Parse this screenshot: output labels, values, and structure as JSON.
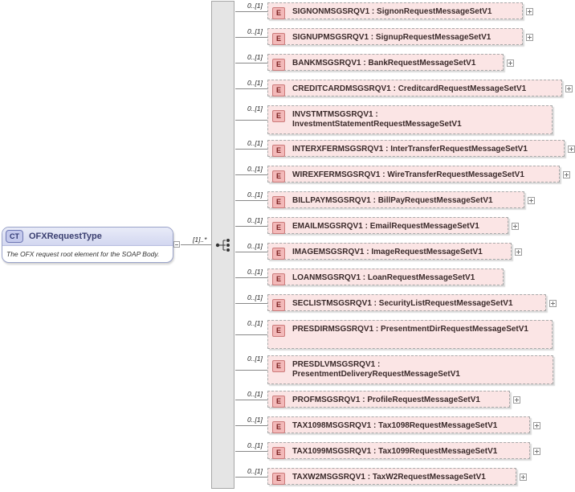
{
  "complex_type": {
    "badge": "CT",
    "name": "OFXRequestType",
    "description": "The OFX request root element for the SOAP Body."
  },
  "sequence_occurrence": "[1]..*",
  "elements": [
    {
      "occurrence": "0..[1]",
      "name": "SIGNONMSGSRQV1",
      "type": "SignonRequestMessageSetV1"
    },
    {
      "occurrence": "0..[1]",
      "name": "SIGNUPMSGSRQV1",
      "type": "SignupRequestMessageSetV1"
    },
    {
      "occurrence": "0..[1]",
      "name": "BANKMSGSRQV1",
      "type": "BankRequestMessageSetV1"
    },
    {
      "occurrence": "0..[1]",
      "name": "CREDITCARDMSGSRQV1",
      "type": "CreditcardRequestMessageSetV1"
    },
    {
      "occurrence": "0..[1]",
      "name": "INVSTMTMSGSRQV1",
      "type": "InvestmentStatementRequestMessageSetV1"
    },
    {
      "occurrence": "0..[1]",
      "name": "INTERXFERMSGSRQV1",
      "type": "InterTransferRequestMessageSetV1"
    },
    {
      "occurrence": "0..[1]",
      "name": "WIREXFERMSGSRQV1",
      "type": "WireTransferRequestMessageSetV1"
    },
    {
      "occurrence": "0..[1]",
      "name": "BILLPAYMSGSRQV1",
      "type": "BillPayRequestMessageSetV1"
    },
    {
      "occurrence": "0..[1]",
      "name": "EMAILMSGSRQV1",
      "type": "EmailRequestMessageSetV1"
    },
    {
      "occurrence": "0..[1]",
      "name": "IMAGEMSGSRQV1",
      "type": "ImageRequestMessageSetV1"
    },
    {
      "occurrence": "0..[1]",
      "name": "LOANMSGSRQV1",
      "type": "LoanRequestMessageSetV1"
    },
    {
      "occurrence": "0..[1]",
      "name": "SECLISTMSGSRQV1",
      "type": "SecurityListRequestMessageSetV1"
    },
    {
      "occurrence": "0..[1]",
      "name": "PRESDIRMSGSRQV1",
      "type": "PresentmentDirRequestMessageSetV1"
    },
    {
      "occurrence": "0..[1]",
      "name": "PRESDLVMSGSRQV1",
      "type": "PresentmentDeliveryRequestMessageSetV1"
    },
    {
      "occurrence": "0..[1]",
      "name": "PROFMSGSRQV1",
      "type": "ProfileRequestMessageSetV1"
    },
    {
      "occurrence": "0..[1]",
      "name": "TAX1098MSGSRQV1",
      "type": "Tax1098RequestMessageSetV1"
    },
    {
      "occurrence": "0..[1]",
      "name": "TAX1099MSGSRQV1",
      "type": "Tax1099RequestMessageSetV1"
    },
    {
      "occurrence": "0..[1]",
      "name": "TAXW2MSGSRQV1",
      "type": "TaxW2RequestMessageSetV1"
    }
  ]
}
